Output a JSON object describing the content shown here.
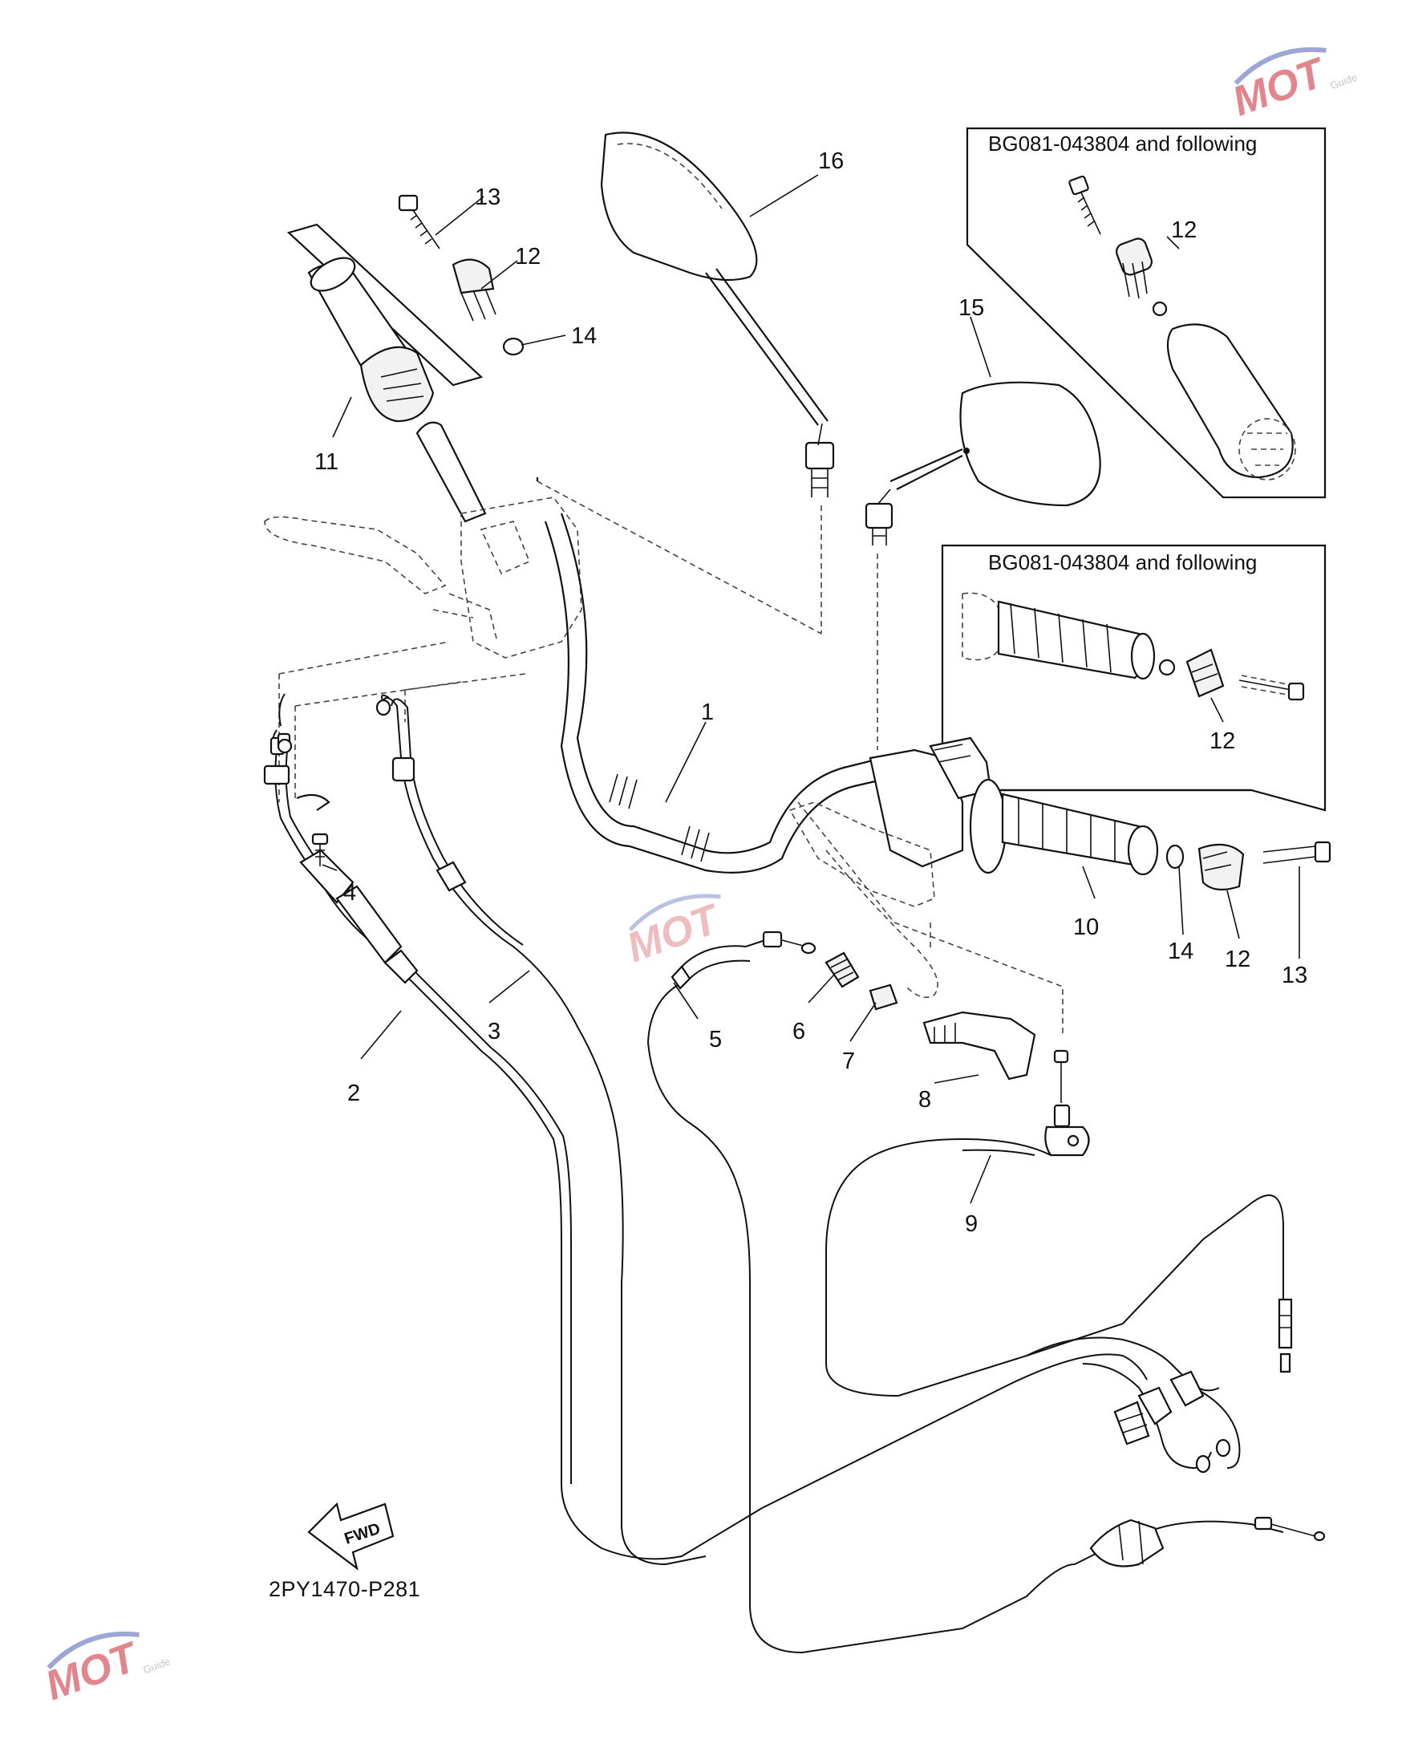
{
  "diagram_code": "2PY1470-P281",
  "fwd_label": "FWD",
  "inset_note_top": "BG081-043804 and following",
  "inset_note_bottom": "BG081-043804 and following",
  "watermark": {
    "text": "MOT",
    "sub": "Guide"
  },
  "callouts": {
    "n1": "1",
    "n2": "2",
    "n3": "3",
    "n4": "4",
    "n5": "5",
    "n6": "6",
    "n7": "7",
    "n8": "8",
    "n9": "9",
    "n10": "10",
    "n11": "11",
    "n12_left": "12",
    "n13_left": "13",
    "n14_left": "14",
    "n12_right": "12",
    "n13_right": "13",
    "n14_right": "14",
    "n15": "15",
    "n16": "16",
    "n12_inset_top": "12",
    "n12_inset_bottom": "12"
  },
  "colors": {
    "line": "#111111",
    "watermark": "#e2868e",
    "background": "#ffffff"
  }
}
